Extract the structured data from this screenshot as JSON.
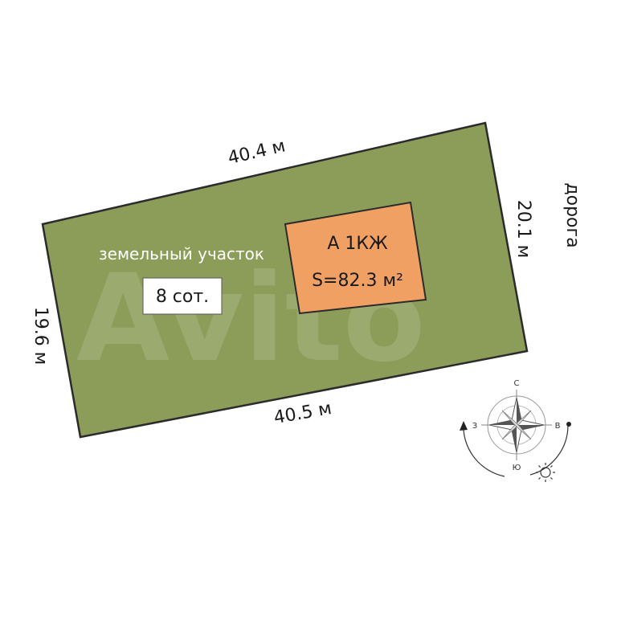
{
  "plot": {
    "label": "земельный участок",
    "area_label": "8 сот.",
    "color": "#8c9d5a",
    "outline_color": "#2b2b2b"
  },
  "dimensions": {
    "top": "40.4 м",
    "bottom": "40.5 м",
    "left": "19.6 м",
    "right": "20.1 м"
  },
  "road_label": "дорога",
  "building": {
    "name": "А 1КЖ",
    "area": "S=82.3 м²",
    "color": "#f0a062"
  },
  "compass": {
    "north": "С",
    "south": "Ю",
    "west": "З",
    "east": "В",
    "icons": [
      "compass-rose-icon",
      "sun-icon"
    ]
  },
  "watermark": "Avito"
}
